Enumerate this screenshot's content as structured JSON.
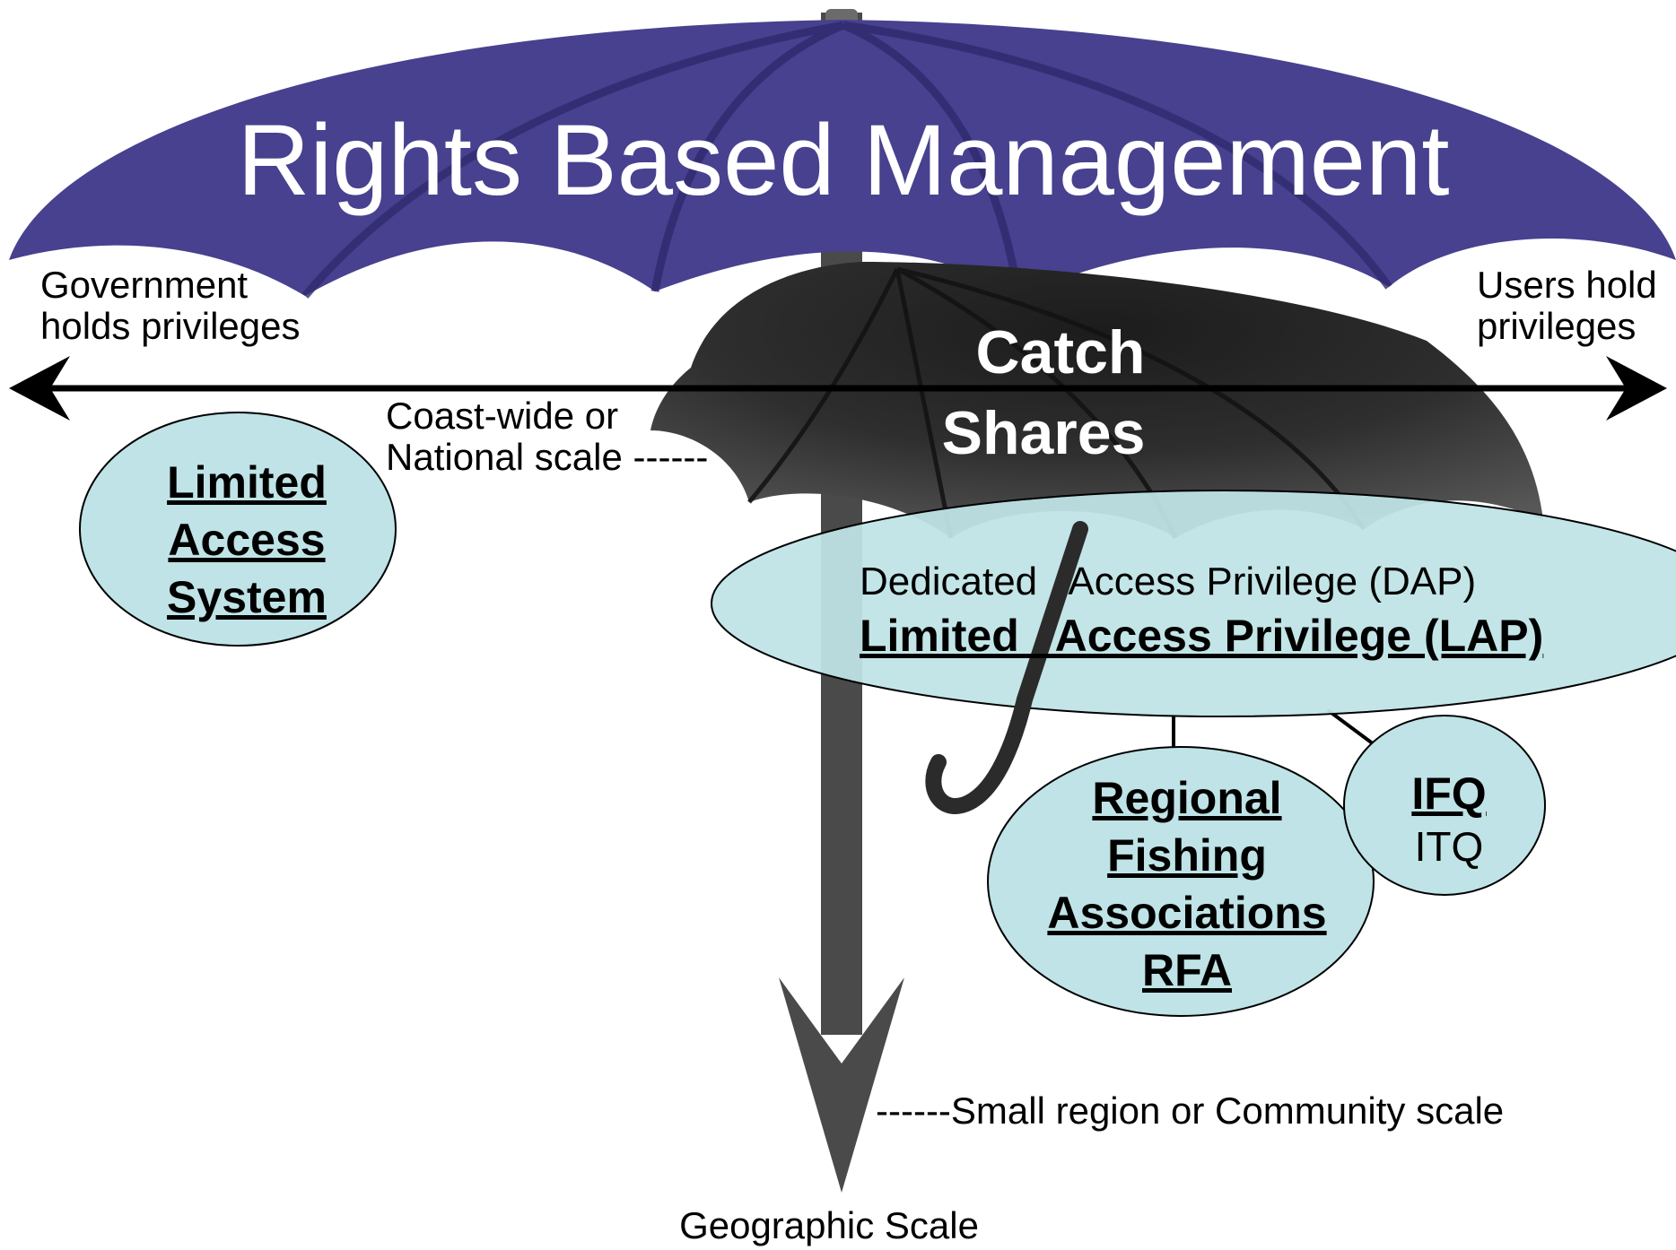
{
  "title": "Rights Based Management",
  "left_pole": {
    "line1": "Government",
    "line2": "holds privileges"
  },
  "right_pole": {
    "line1": "Users hold",
    "line2": "privileges"
  },
  "catch_shares": {
    "line1": "Catch",
    "line2": "Shares"
  },
  "coast_scale": {
    "line1": "Coast-wide or",
    "line2": "National scale ------"
  },
  "limited_access_system": {
    "line1": "Limited",
    "line2": "Access",
    "line3": "System"
  },
  "dap_label": "Dedicated   Access Privilege (DAP)",
  "lap_label": "Limited   Access Privilege (LAP)",
  "rfa": {
    "line1": "Regional",
    "line2": "Fishing",
    "line3": "Associations",
    "line4": "RFA"
  },
  "ifq": {
    "line1": "IFQ",
    "line2": "ITQ"
  },
  "small_scale": "------Small region or Community scale",
  "geographic_scale": "Geographic Scale",
  "colors": {
    "umbrella_blue": "#47418f",
    "umbrella_black": "#262626",
    "bubble_fill": "#bfe3e6",
    "pole_gray": "#4a4a4a",
    "text_dark": "#000000",
    "text_light": "#ffffff"
  }
}
